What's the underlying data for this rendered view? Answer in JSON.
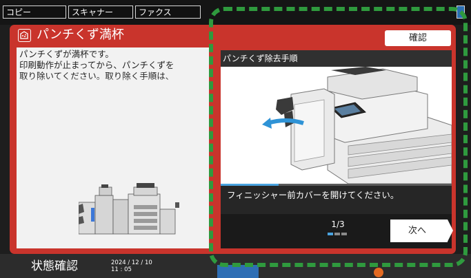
{
  "tabs": [
    "コピー",
    "スキャナー",
    "ファクス"
  ],
  "dialog": {
    "title": "パンチくず満杯",
    "icon": "punch-waste-icon",
    "confirm_label": "確認",
    "message": "パンチくずが満杯です。\n印刷動作が止まってから、パンチくずを\n取り除いてください。取り除く手順は、"
  },
  "steps": {
    "header": "パンチくず除去手順",
    "instruction": "フィニッシャー前カバーを開けてください。",
    "page_indicator": "1/3",
    "current_step": 1,
    "total_steps": 3,
    "progress_fraction": 0.25,
    "next_label": "次へ"
  },
  "status_bar": {
    "status_label": "状態確認",
    "date": "2024 / 12 / 10",
    "time": "11 : 05"
  },
  "colors": {
    "dialog_red": "#c9342c",
    "highlight_green": "#2f9a3e",
    "progress_blue": "#4aa3df"
  }
}
